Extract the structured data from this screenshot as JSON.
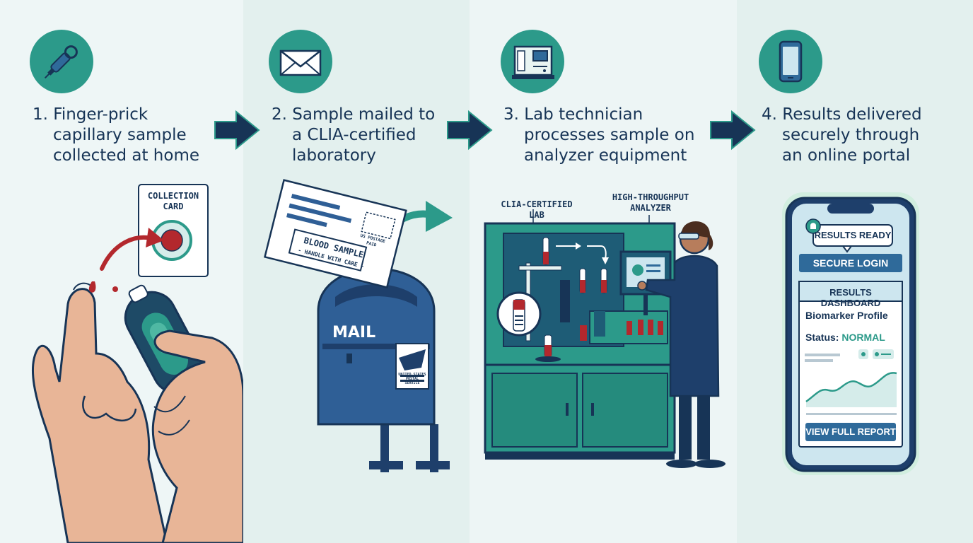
{
  "steps": [
    {
      "number": "1.",
      "lines": [
        "Finger-prick",
        "capillary sample",
        "collected at home"
      ],
      "icon": "lancet-icon"
    },
    {
      "number": "2.",
      "lines": [
        "Sample mailed to",
        "a CLIA-certified",
        "laboratory"
      ],
      "icon": "envelope-icon"
    },
    {
      "number": "3.",
      "lines": [
        "Lab technician",
        "processes sample on",
        "analyzer equipment"
      ],
      "icon": "lab-analyzer-icon"
    },
    {
      "number": "4.",
      "lines": [
        "Results delivered",
        "securely through",
        "an online portal"
      ],
      "icon": "smartphone-icon"
    }
  ],
  "collection": {
    "card_line1": "COLLECTION",
    "card_line2": "CARD"
  },
  "mail": {
    "envelope_label": "BLOOD SAMPLE",
    "envelope_sublabel": "- HANDLE WITH CARE -",
    "stamp_text": "US POSTAGE PAID",
    "mailbox_label": "MAIL",
    "mailbox_plate": "UNITED STATES POSTAL SERVICE"
  },
  "lab": {
    "label_lab": "CLIA-CERTIFIED LAB",
    "label_analyzer_1": "HIGH-THROUGHPUT",
    "label_analyzer_2": "ANALYZER"
  },
  "portal": {
    "notification": "RESULTS READY",
    "login_button": "SECURE LOGIN",
    "dashboard_title": "RESULTS DASHBOARD",
    "profile_label": "Biomarker Profile",
    "status_label": "Status:",
    "status_value": "NORMAL",
    "report_button": "VIEW FULL REPORT"
  },
  "colors": {
    "teal": "#2c9a8a",
    "navy": "#173456",
    "blood": "#b3282d"
  }
}
